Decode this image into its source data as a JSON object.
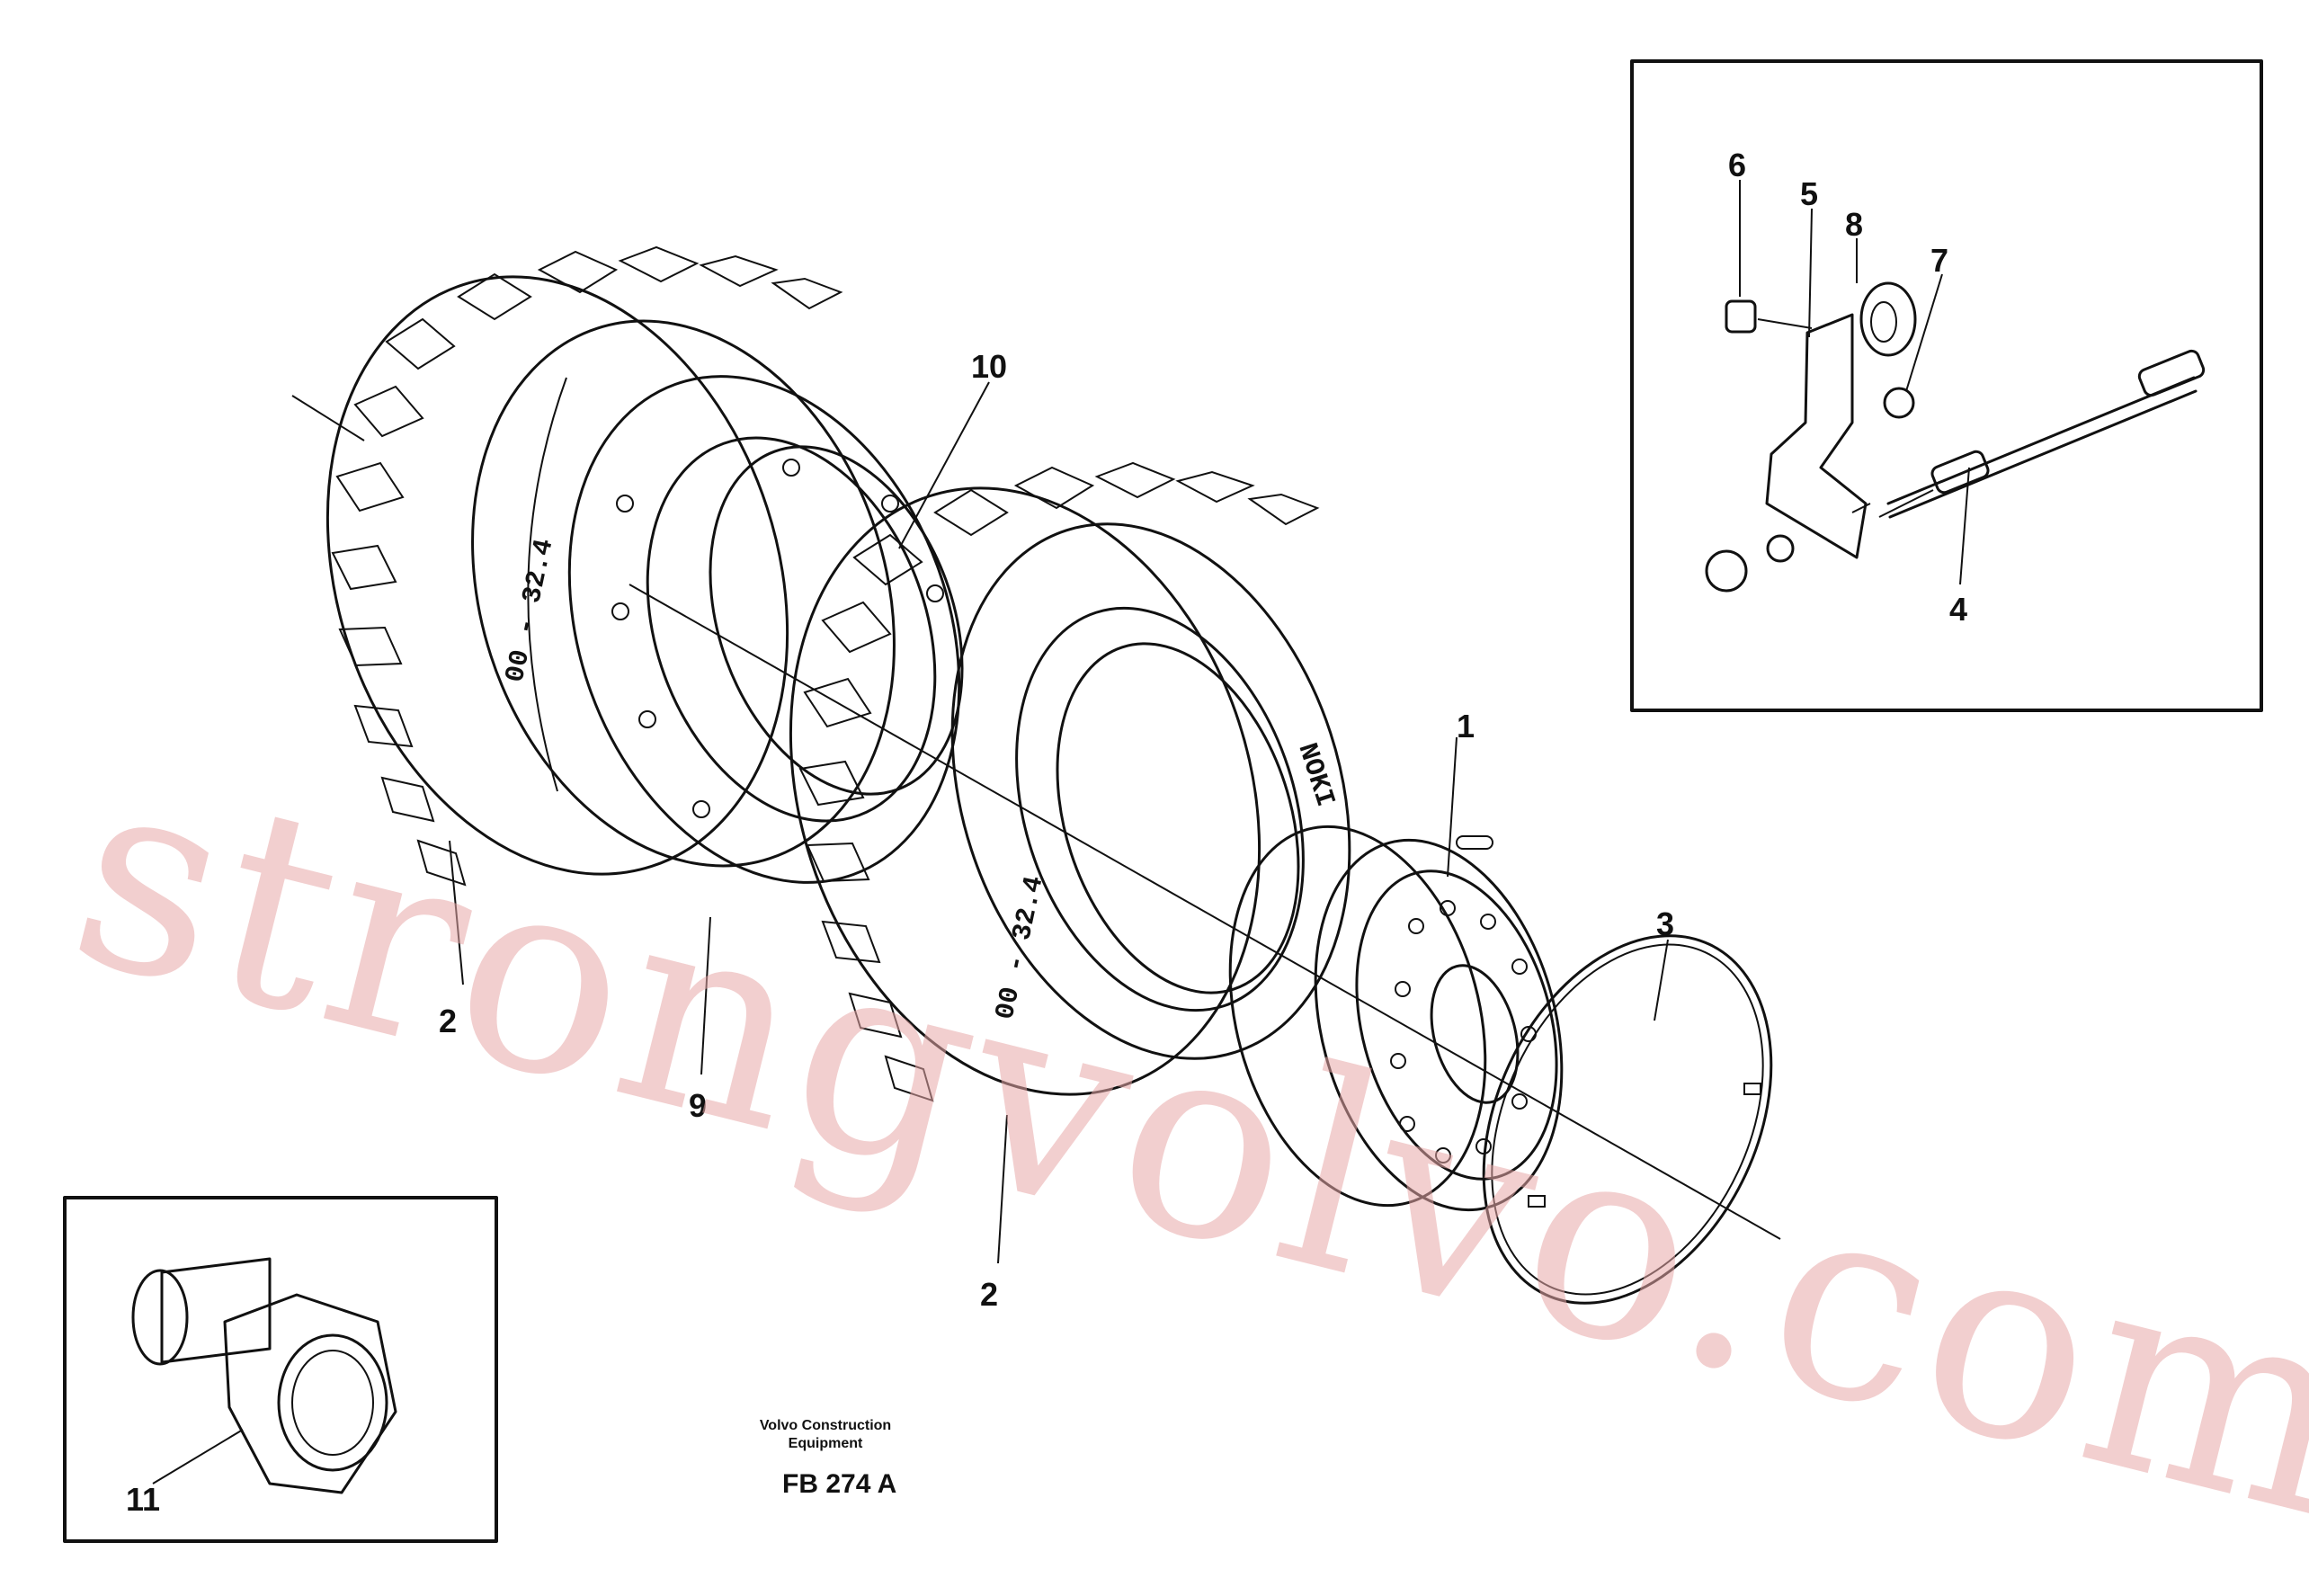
{
  "callouts": {
    "c1": "1",
    "c2a": "2",
    "c2b": "2",
    "c3": "3",
    "c4": "4",
    "c5": "5",
    "c6": "6",
    "c7": "7",
    "c8": "8",
    "c9": "9",
    "c10": "10",
    "c11": "11"
  },
  "caption": {
    "line1": "Volvo Construction",
    "line2": "Equipment",
    "code": "FB 274 A"
  },
  "tire_marking": "NOKI",
  "watermark": "strongvolvo.com",
  "colors": {
    "ink": "#111111",
    "watermark": "#e8a7a7",
    "background": "#ffffff"
  }
}
